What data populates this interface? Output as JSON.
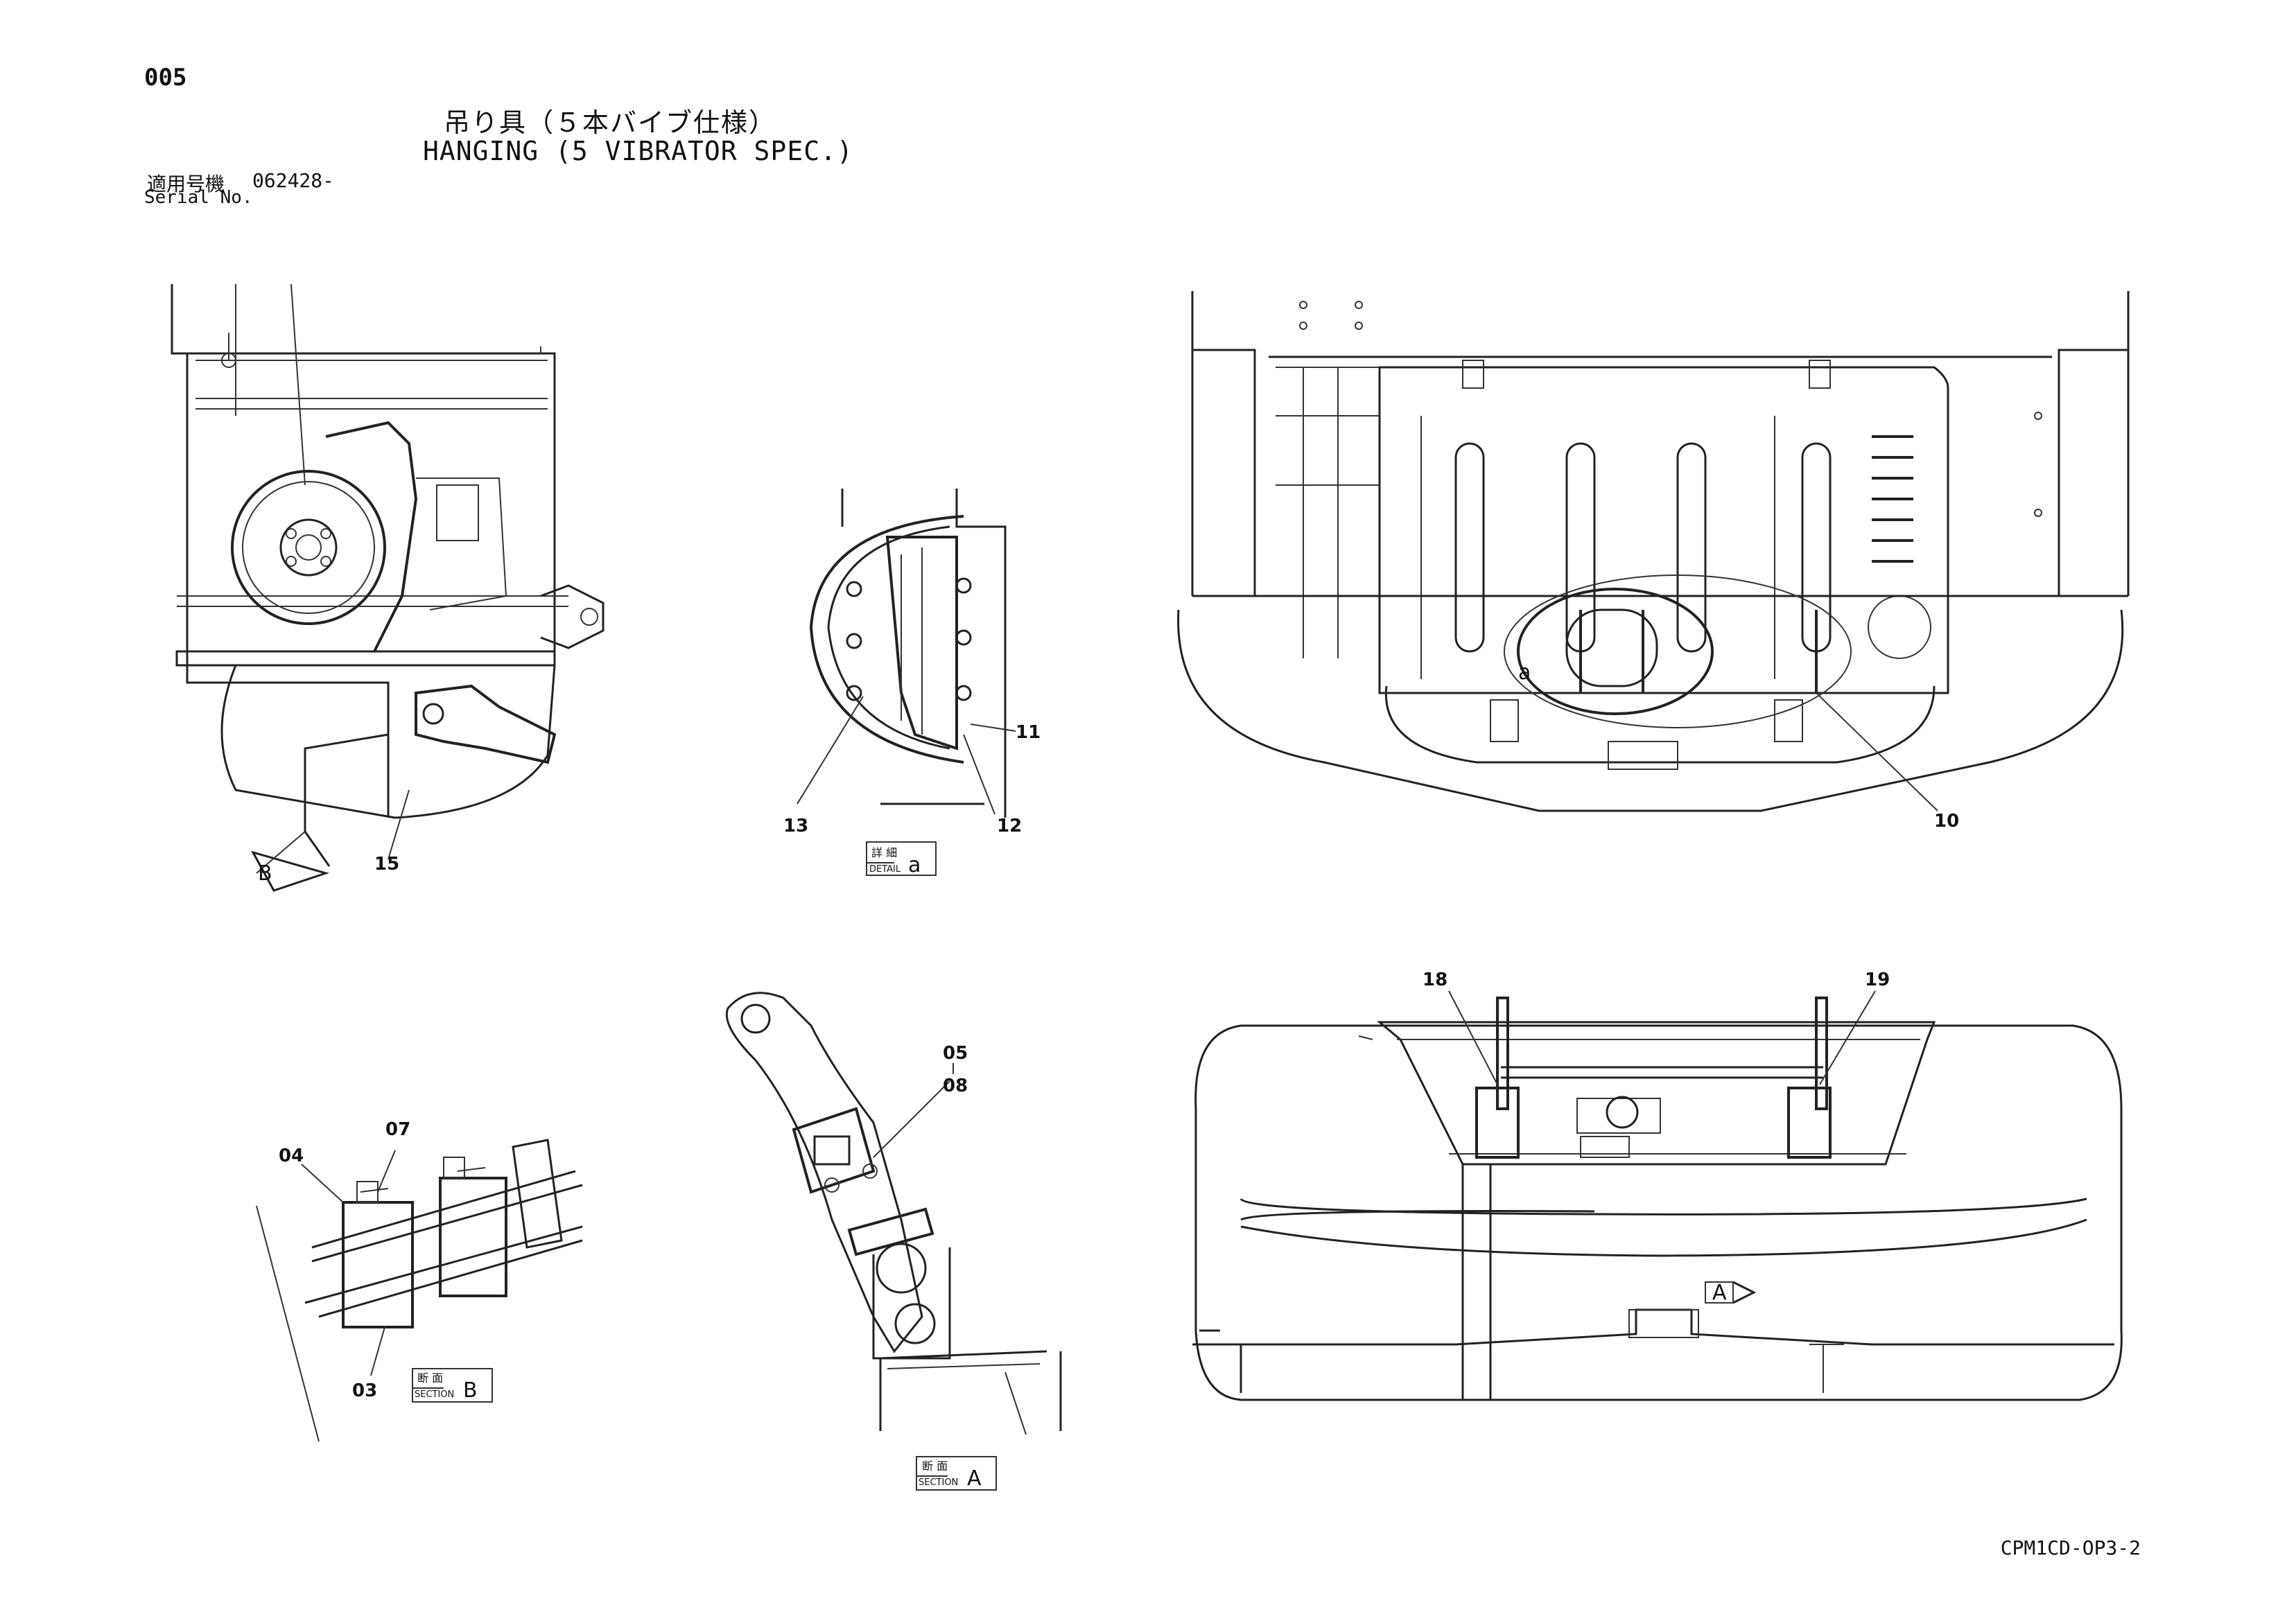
{
  "page_number": "005",
  "title_jp": "吊り具（５本バイブ仕様）",
  "title_en": "HANGING (5 VIBRATOR SPEC.)",
  "serial": {
    "label_jp": "適用号機",
    "value": "062428-",
    "label_en": "Serial No."
  },
  "drawing_code": "CPM1CD-OP3-2",
  "callouts": [
    "15",
    "13",
    "12",
    "11",
    "10",
    "18",
    "19",
    "05",
    "08",
    "07",
    "04",
    "03"
  ],
  "view_labels": {
    "detail_a": {
      "jp": "詳 細",
      "en": "DETAIL",
      "letter": "a"
    },
    "section_b": {
      "jp": "断 面",
      "en": "SECTION",
      "letter": "B"
    },
    "section_a": {
      "jp": "断 面",
      "en": "SECTION",
      "letter": "A"
    }
  },
  "arrow_markers": {
    "b": "B",
    "a": "A",
    "detail_ref": "a"
  }
}
